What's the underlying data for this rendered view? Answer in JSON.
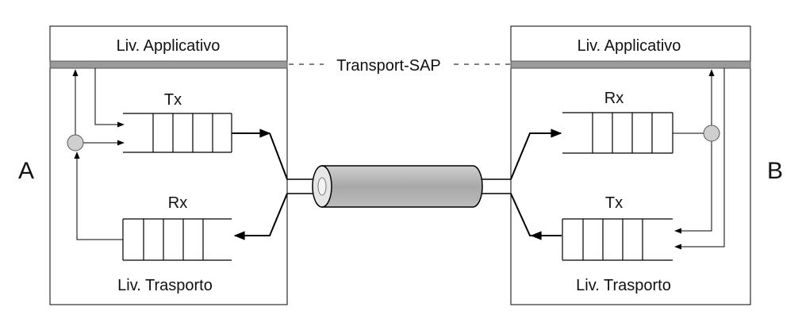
{
  "host_a": {
    "name": "A",
    "application_layer": "Liv. Applicativo",
    "transport_layer": "Liv. Trasporto",
    "tx_label": "Tx",
    "rx_label": "Rx"
  },
  "host_b": {
    "name": "B",
    "application_layer": "Liv. Applicativo",
    "transport_layer": "Liv. Trasporto",
    "tx_label": "Tx",
    "rx_label": "Rx"
  },
  "sap_label": "Transport-SAP",
  "colors": {
    "line": "#000000",
    "sap_bar": "#9a9a9a",
    "channel": "#b0b0b0",
    "node": "#cfcfcf"
  }
}
